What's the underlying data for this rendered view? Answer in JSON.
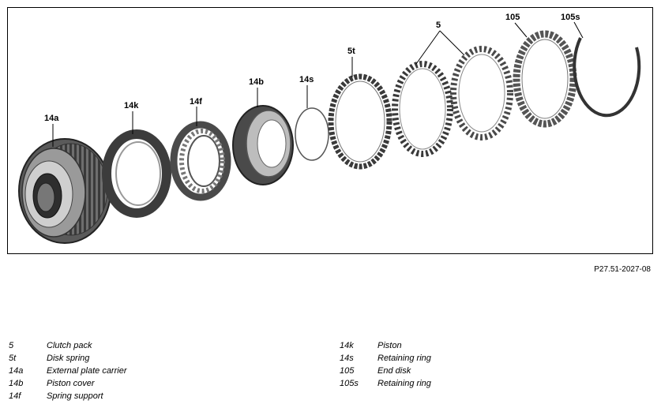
{
  "figure": {
    "callouts": {
      "c14a": "14a",
      "c14k": "14k",
      "c14f": "14f",
      "c14b": "14b",
      "c14s": "14s",
      "c5t": "5t",
      "c5": "5",
      "c105": "105",
      "c105s": "105s"
    },
    "reference": "P27.51-2027-08"
  },
  "legend": {
    "left": [
      {
        "code": "5",
        "desc": "Clutch pack"
      },
      {
        "code": "5t",
        "desc": "Disk spring"
      },
      {
        "code": "14a",
        "desc": "External plate carrier"
      },
      {
        "code": "14b",
        "desc": "Piston cover"
      },
      {
        "code": "14f",
        "desc": "Spring support"
      }
    ],
    "right": [
      {
        "code": "14k",
        "desc": "Piston"
      },
      {
        "code": "14s",
        "desc": "Retaining ring"
      },
      {
        "code": "105",
        "desc": "End disk"
      },
      {
        "code": "105s",
        "desc": "Retaining ring"
      }
    ]
  }
}
